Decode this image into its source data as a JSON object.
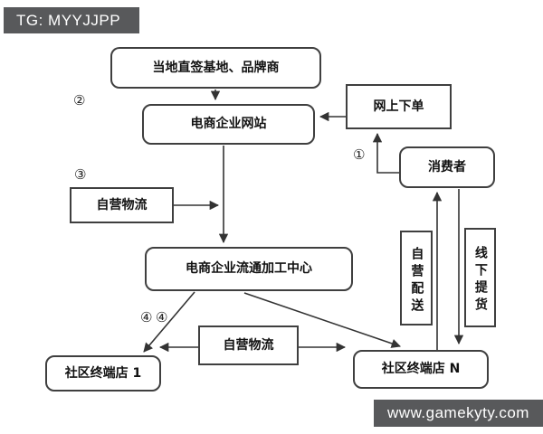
{
  "banner": {
    "tag_label": "TG: MYYJJPP"
  },
  "watermark": {
    "site_label": "www.gamekyty.com"
  },
  "colors": {
    "banner_bg": "#58595b",
    "banner_text": "#ffffff",
    "box_border": "#3f3f3f",
    "connector": "#333333",
    "text": "#111111",
    "background": "#ffffff"
  },
  "flowchart": {
    "nodes": {
      "base": {
        "label": "当地直签基地、品牌商"
      },
      "website": {
        "label": "电商企业网站"
      },
      "online_order": {
        "label": "网上下单"
      },
      "consumer": {
        "label": "消费者"
      },
      "logistics_left": {
        "label": "自营物流"
      },
      "processing_center": {
        "label": "电商企业流通加工中心"
      },
      "self_delivery": {
        "label": "自营配送"
      },
      "offline_pickup": {
        "label": "线下提货"
      },
      "logistics_bottom": {
        "label": "自营物流"
      },
      "store_1": {
        "label": "社区终端店 1"
      },
      "store_n": {
        "label": "社区终端店 N"
      }
    },
    "step_markers": {
      "one": "①",
      "two": "②",
      "three": "③",
      "four_a": "④",
      "four_b": "④"
    }
  }
}
